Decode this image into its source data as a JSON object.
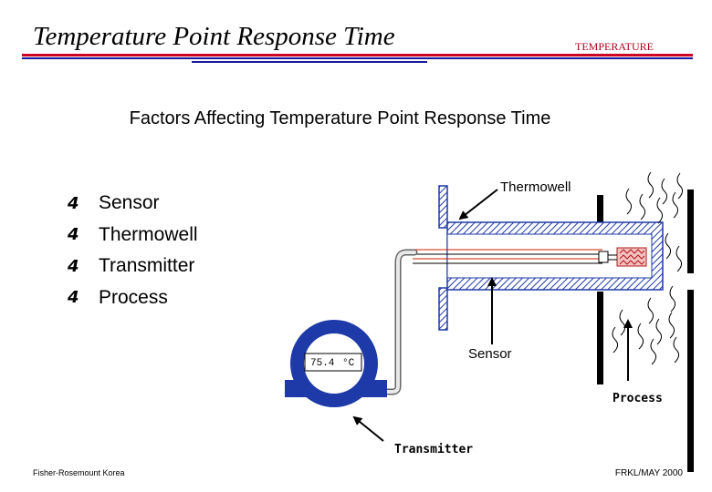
{
  "header": {
    "title": "Temperature Point Response Time",
    "section": "TEMPERATURE"
  },
  "main": {
    "heading": "Factors Affecting Temperature Point Response Time",
    "bullets": [
      {
        "mark": "4",
        "label": "Sensor"
      },
      {
        "mark": "4",
        "label": "Thermowell"
      },
      {
        "mark": "4",
        "label": "Transmitter"
      },
      {
        "mark": "4",
        "label": "Process"
      }
    ]
  },
  "diagram": {
    "labels": {
      "thermowell": "Thermowell",
      "sensor": "Sensor",
      "process": "Process",
      "transmitter": "Transmitter"
    },
    "display": {
      "value": "75.4",
      "unit": "°C"
    }
  },
  "footer": {
    "left": "Fisher-Rosemount Korea",
    "right": "FRKL/MAY 2000"
  },
  "colors": {
    "title_rule_red": "#cc0022",
    "title_rule_blue": "#1a1a9e",
    "accent_blue": "#1e3aa8",
    "section_text": "#b0001a"
  }
}
